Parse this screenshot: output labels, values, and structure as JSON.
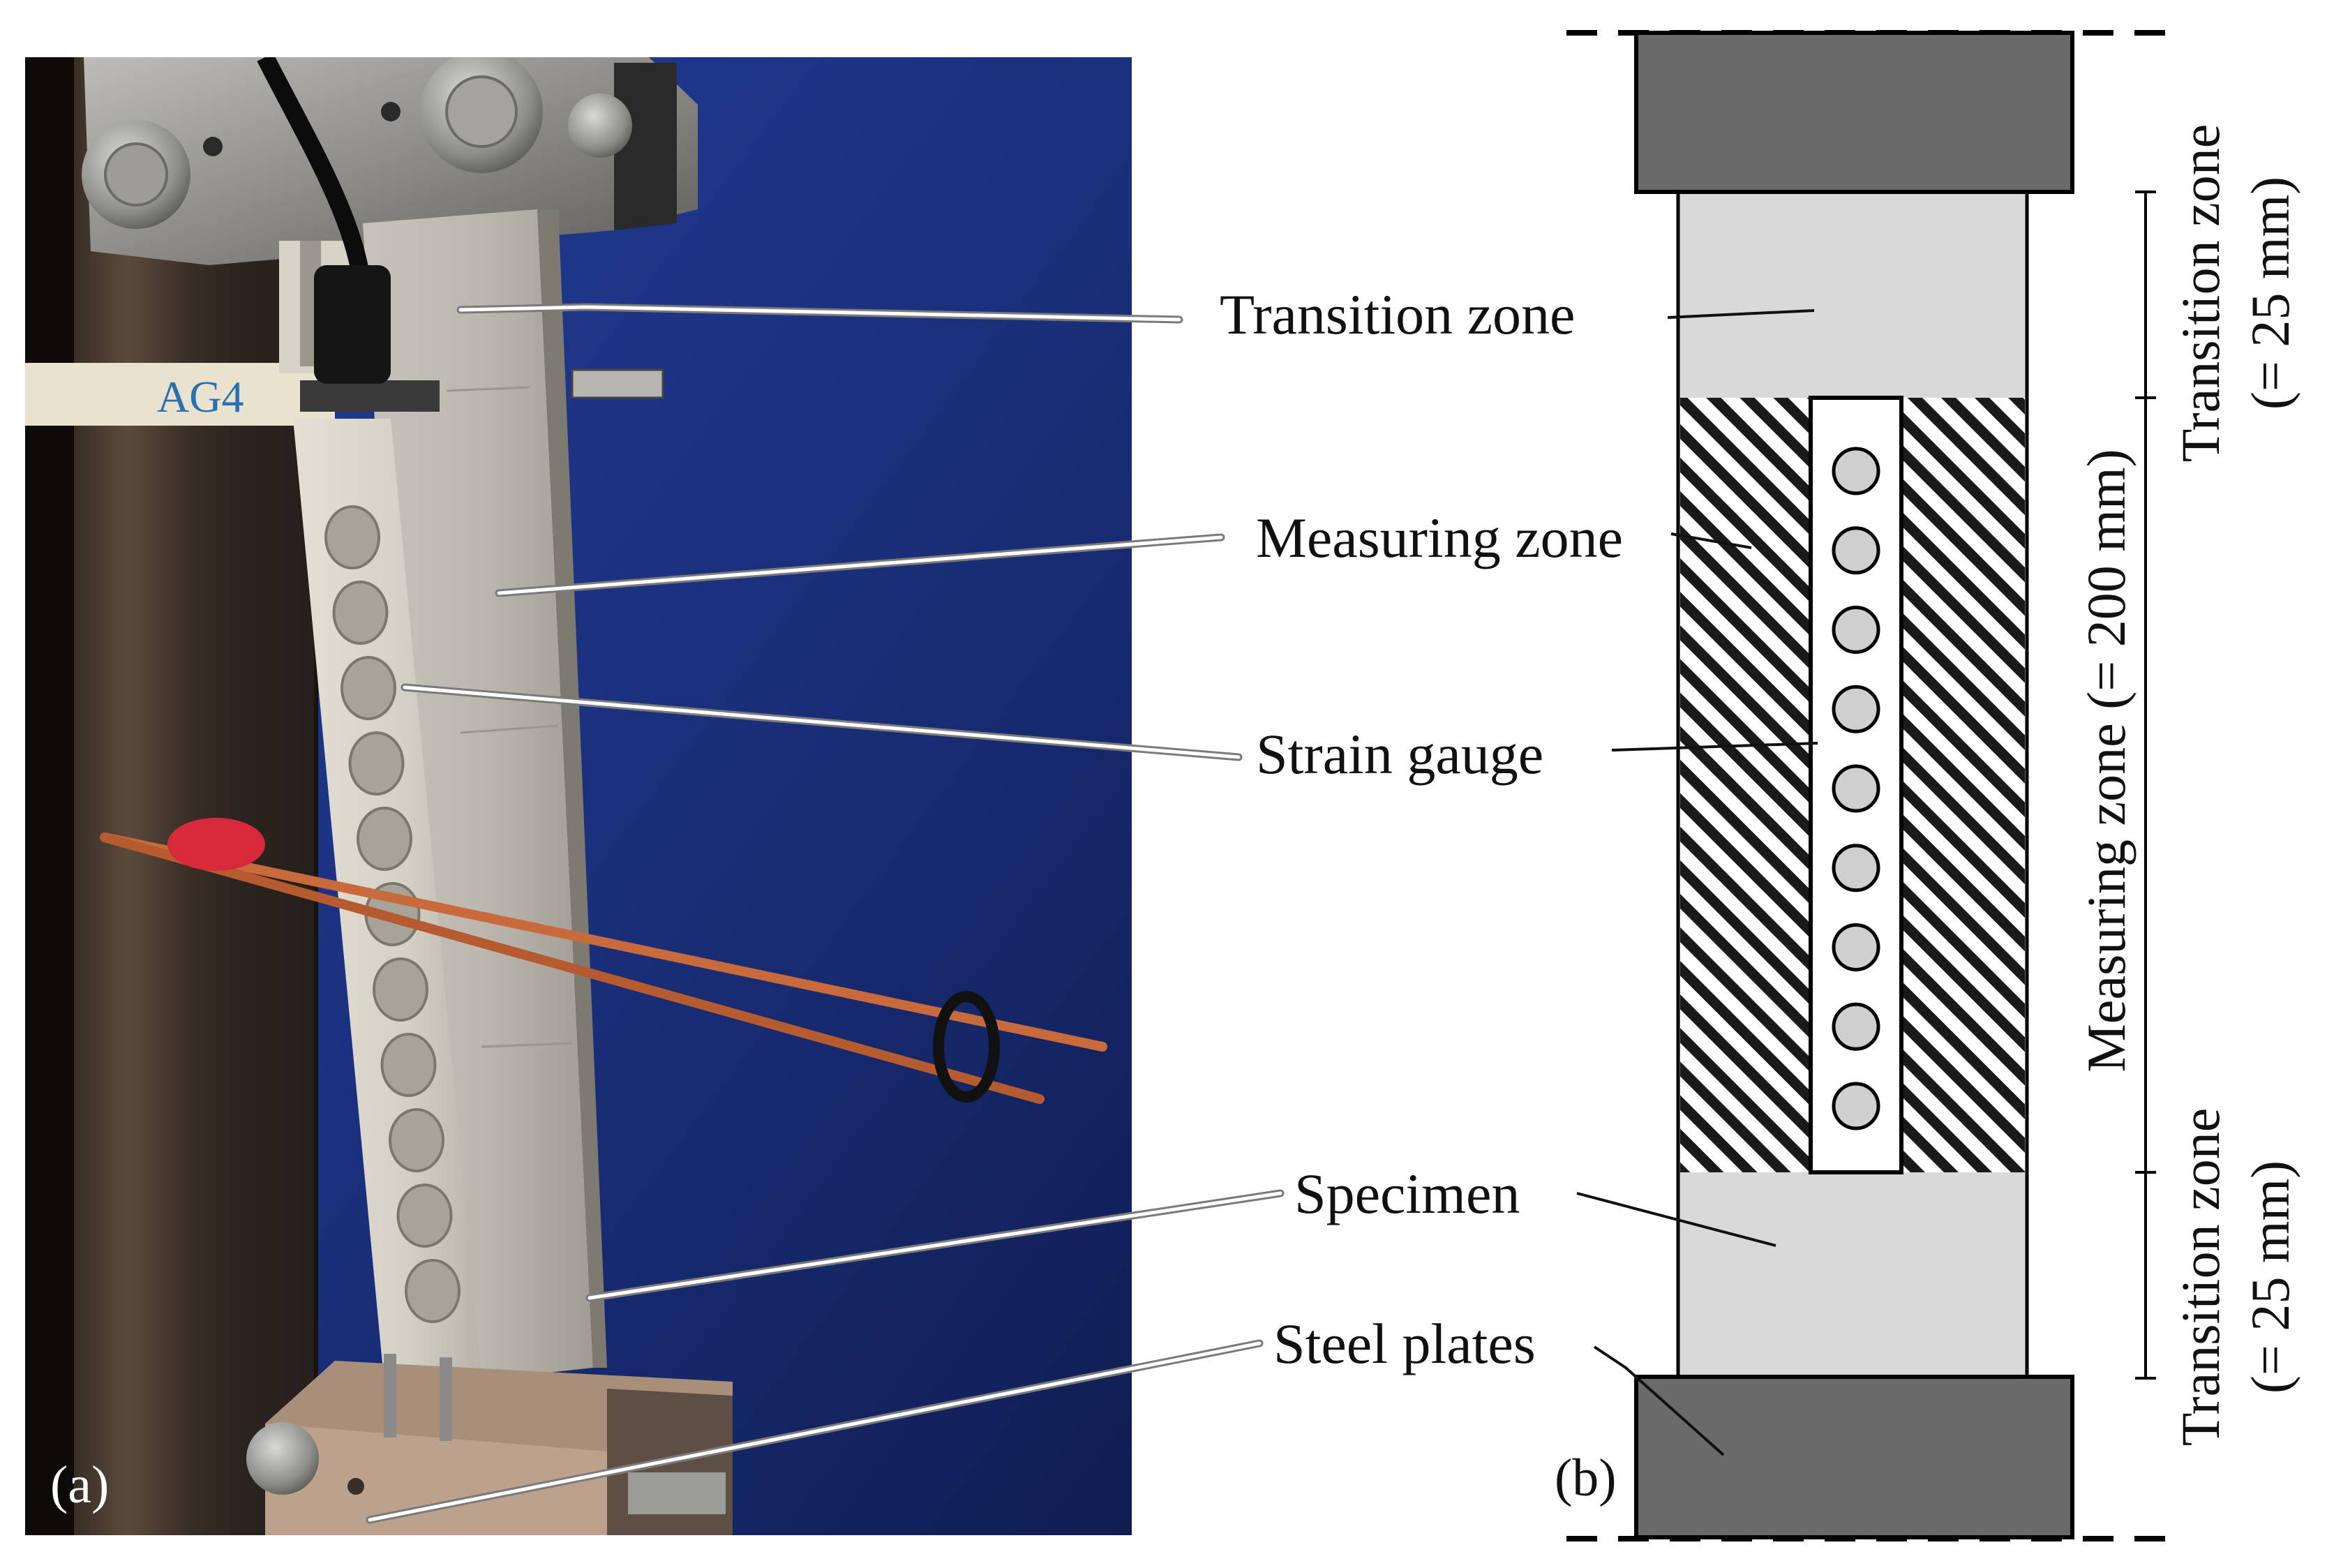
{
  "panel_a": {
    "label": "(a)",
    "specimen_tag": "AG4"
  },
  "panel_b": {
    "label": "(b)",
    "dimension_top": {
      "line1": "Transition zone",
      "line2": "(= 25 mm)"
    },
    "dimension_middle": "Measuring zone (= 200 mm)",
    "dimension_bottom": {
      "line1": "Transition zone",
      "line2": "(= 25 mm)"
    },
    "gauge_hole_count": 9
  },
  "callouts": [
    {
      "id": "transition-zone",
      "text": "Transition zone"
    },
    {
      "id": "measuring-zone",
      "text": "Measuring zone"
    },
    {
      "id": "strain-gauge",
      "text": "Strain gauge"
    },
    {
      "id": "specimen",
      "text": "Specimen"
    },
    {
      "id": "steel-plates",
      "text": "Steel plates"
    }
  ],
  "colors": {
    "background_blue": "#1a2f7a",
    "steel_plate": "#6a6a6a",
    "specimen_fill": "#d9d9d9",
    "hatch": "#222222",
    "copper_wire": "#c96a3c",
    "red_tie": "#d8293a"
  }
}
